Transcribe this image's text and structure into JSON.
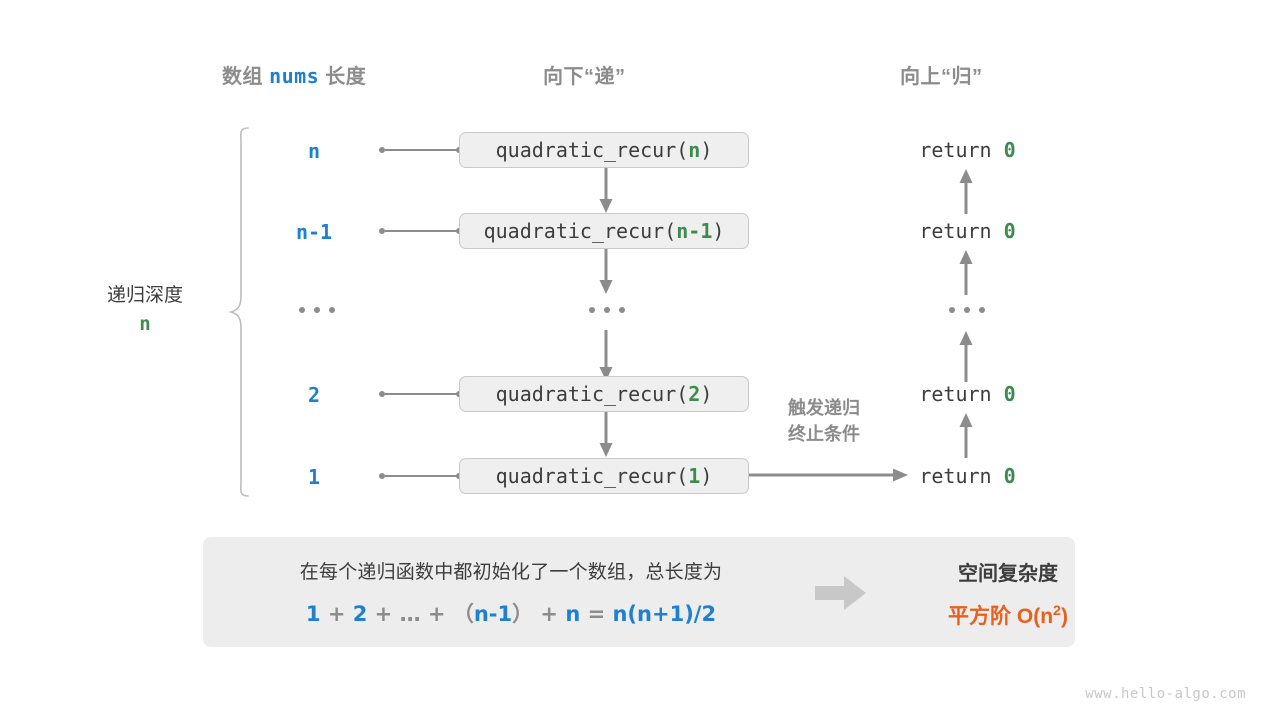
{
  "headers": {
    "left_prefix": "数组 ",
    "left_mono": "nums",
    "left_suffix": " 长度",
    "middle": "向下“递”",
    "right": "向上“归”"
  },
  "depth_label": {
    "text": "递归深度",
    "value": "n"
  },
  "rows": [
    {
      "length": "n",
      "call_name": "quadratic_recur(",
      "call_arg": "n",
      "call_close": ")",
      "ret_text": "return ",
      "ret_value": "0"
    },
    {
      "length": "n-1",
      "call_name": "quadratic_recur(",
      "call_arg": "n-1",
      "call_close": ")",
      "ret_text": "return ",
      "ret_value": "0"
    },
    {
      "length": "...",
      "call_name": "...",
      "call_arg": "",
      "call_close": "",
      "ret_text": "...",
      "ret_value": ""
    },
    {
      "length": "2",
      "call_name": "quadratic_recur(",
      "call_arg": "2",
      "call_close": ")",
      "ret_text": "return ",
      "ret_value": "0"
    },
    {
      "length": "1",
      "call_name": "quadratic_recur(",
      "call_arg": "1",
      "call_close": ")",
      "ret_text": "return ",
      "ret_value": "0"
    }
  ],
  "trigger_note": {
    "line1": "触发递归",
    "line2": "终止条件"
  },
  "summary": {
    "line1": "在每个递归函数中都初始化了一个数组，总长度为",
    "formula": {
      "t1": "1",
      "op1": " + ",
      "t2": "2",
      "op2": " + ",
      "t3": "…",
      "op3": " + ",
      "lp": "（",
      "t4": "n-1",
      "rp": "）",
      "op4": " + ",
      "t5": "n",
      "op5": " = ",
      "t6": "n(n+1)/2"
    },
    "right_title": "空间复杂度",
    "right_value_prefix": "平方阶 ",
    "right_value_big_o": "O(n",
    "right_value_sup": "2",
    "right_value_suffix": ")"
  },
  "watermark": "www.hello-algo.com",
  "colors": {
    "blue": "#1f7fd0",
    "green": "#3d8c4e",
    "orange": "#e8601c",
    "gray": "#8c8c8c",
    "dark": "#3d3d3d",
    "box_fill": "#efefef",
    "panel_fill": "#ededed"
  }
}
